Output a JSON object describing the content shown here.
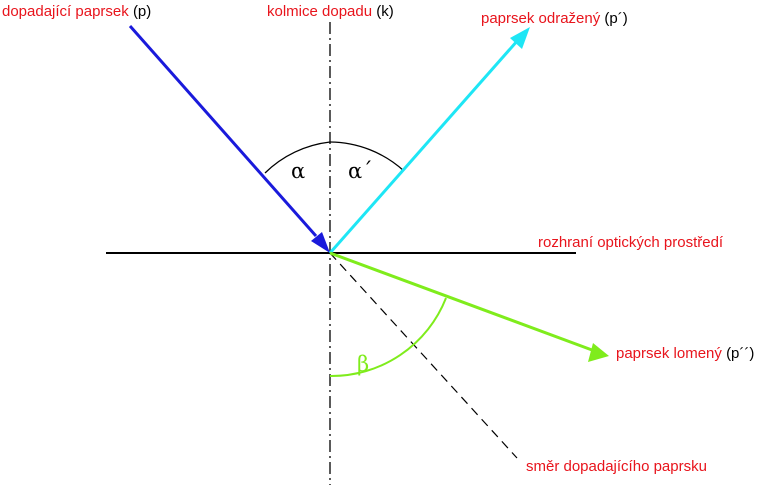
{
  "labels": {
    "incident": "dopadající paprsek",
    "incident_symbol": "(p)",
    "normal": "kolmice dopadu",
    "normal_symbol": "(k)",
    "reflected": "paprsek odražený",
    "reflected_symbol": "(p´)",
    "interface": "rozhraní optických prostředí",
    "refracted": "paprsek lomený",
    "refracted_symbol": "(p´´)",
    "extension": "směr dopadajícího paprsku"
  },
  "angles": {
    "incidence": "α",
    "reflection": "α´",
    "refraction": "β"
  },
  "colors": {
    "label": "#e8141c",
    "symbol": "#000000",
    "incident_ray": "#1a1adb",
    "reflected_ray": "#1ee6f5",
    "refracted_ray": "#7fec1c",
    "lines": "#000000"
  }
}
